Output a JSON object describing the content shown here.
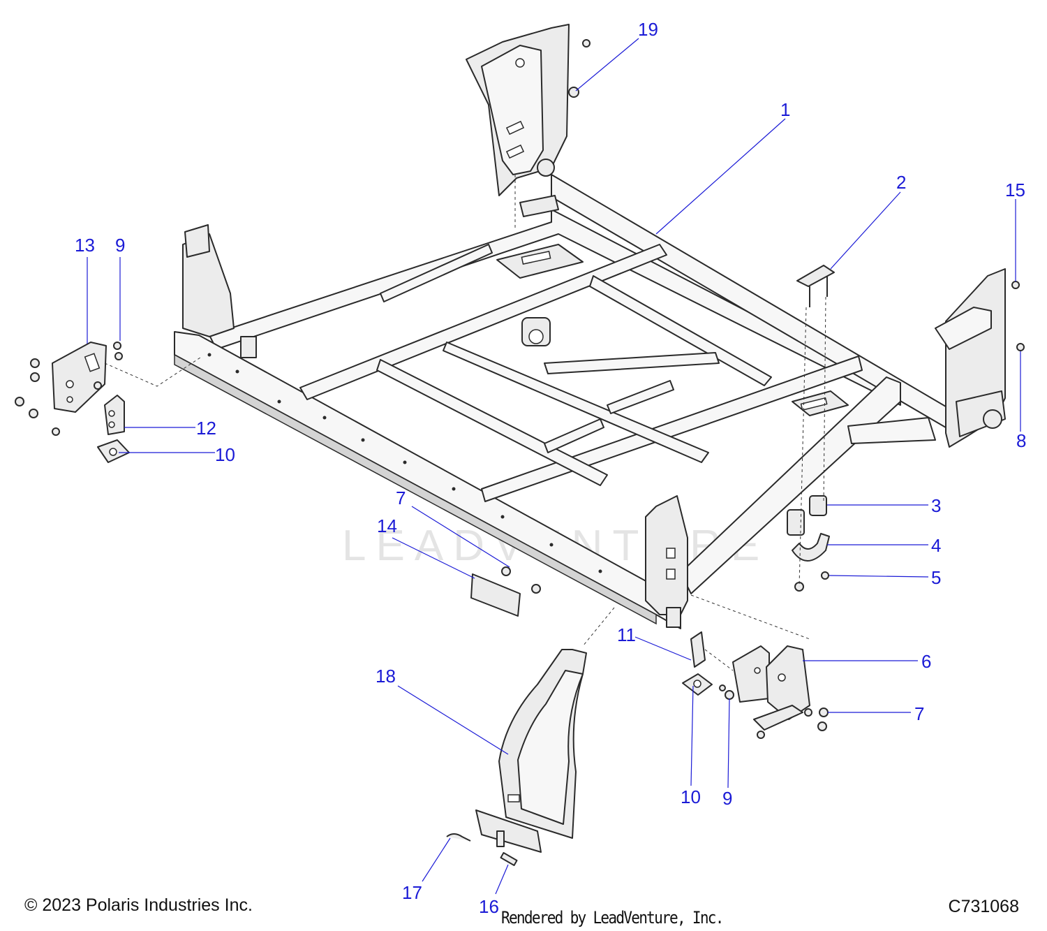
{
  "callouts": [
    {
      "label": "1"
    },
    {
      "label": "2"
    },
    {
      "label": "3"
    },
    {
      "label": "4"
    },
    {
      "label": "5"
    },
    {
      "label": "6"
    },
    {
      "label": "7"
    },
    {
      "label": "7"
    },
    {
      "label": "8"
    },
    {
      "label": "9"
    },
    {
      "label": "9"
    },
    {
      "label": "10"
    },
    {
      "label": "10"
    },
    {
      "label": "11"
    },
    {
      "label": "12"
    },
    {
      "label": "13"
    },
    {
      "label": "14"
    },
    {
      "label": "15"
    },
    {
      "label": "16"
    },
    {
      "label": "17"
    },
    {
      "label": "18"
    },
    {
      "label": "19"
    }
  ],
  "watermark": "LEADVENTURE",
  "footer": {
    "copyright": "© 2023 Polaris Industries Inc.",
    "rendered_by": "Rendered by LeadVenture, Inc.",
    "diagram_code": "C731068"
  },
  "colors": {
    "callout": "#1a1ad6",
    "part_fill": "#ececec",
    "outline": "#2a2a2a"
  }
}
